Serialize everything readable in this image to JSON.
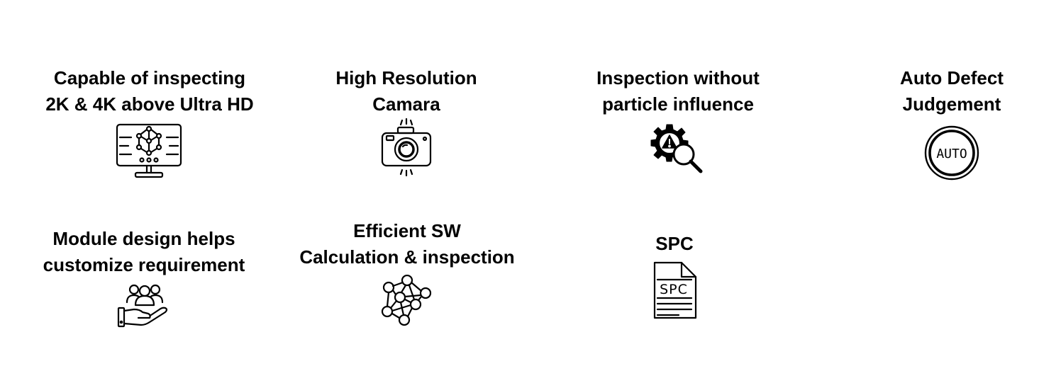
{
  "features": [
    {
      "line1": "Capable of inspecting",
      "line2": "2K & 4K above Ultra HD",
      "icon": "monitor-network-icon"
    },
    {
      "line1": "High Resolution",
      "line2": "Camara",
      "icon": "camera-icon"
    },
    {
      "line1": "Inspection without",
      "line2": "particle influence",
      "icon": "gear-magnifier-warning-icon"
    },
    {
      "line1": "Auto Defect",
      "line2": "Judgement",
      "icon": "auto-badge-icon",
      "icon_text": "AUTO"
    },
    {
      "line1": "Module design helps",
      "line2": "customize requirement",
      "icon": "hand-people-icon"
    },
    {
      "line1": "Efficient SW",
      "line2": "Calculation & inspection",
      "icon": "node-network-icon"
    },
    {
      "line1": "SPC",
      "line2": "",
      "icon": "spc-document-icon",
      "icon_text": "SPC"
    }
  ],
  "colors": {
    "text": "#000000",
    "background": "#ffffff"
  }
}
